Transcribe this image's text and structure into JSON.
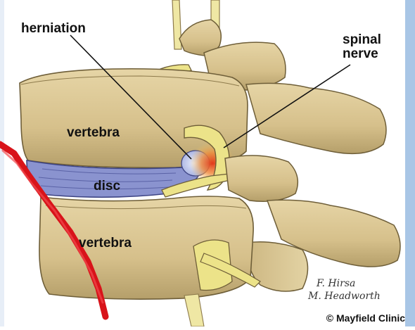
{
  "labels": {
    "herniation": "herniation",
    "spinal": "spinal",
    "nerve": "nerve",
    "vertebra_top": "vertebra",
    "disc": "disc",
    "vertebra_bottom": "vertebra"
  },
  "credit": {
    "copyright": "© Mayfield Clinic",
    "signature_1": "F. Hirsa",
    "signature_2": "M. Headworth"
  },
  "colors": {
    "bone": "#d9c48f",
    "bone_shadow": "#8d7a4b",
    "disc": "#8a93cf",
    "nerve": "#ece389",
    "herniation": "#c9d2f2",
    "inflammation": "#e8542c",
    "side_border": "#a9c6e6",
    "annotation_red": "#d8131a"
  }
}
